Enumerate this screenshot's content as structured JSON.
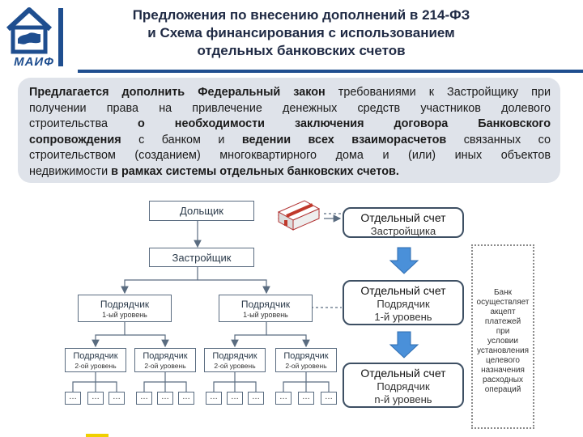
{
  "logo": {
    "text": "МАИФ",
    "icon": "house-map-icon",
    "brand_color": "#1f4e8f"
  },
  "title": {
    "lines": [
      "Предложения по внесению дополнений в 214-ФЗ",
      "и Схема финансирования с использованием",
      "отдельных банковских счетов"
    ]
  },
  "proposal": {
    "l1_bold": "Предлагается дополнить Федеральный закон",
    "l1_rest": "требованиями к Застройщику при",
    "l2": "получении права на привлечение денежных средств участников долевого",
    "l3_a": "строительства",
    "l3_bold": "о необходимости заключения договора Банковского",
    "l4_bold_a": "сопровождения",
    "l4_mid": "с банком и",
    "l4_bold_b": "ведении всех взаиморасчетов",
    "l4_rest": "связанных со",
    "l5": "строительством (созданием) многоквартирного дома и (или) иных объектов",
    "l6_a": "недвижимости",
    "l6_bold": "в рамках системы отдельных банковских счетов",
    "l6_end": "."
  },
  "diagram": {
    "dolshik": "Дольщик",
    "money_icon": "money-stack-icon",
    "zastroyshik": "Застройщик",
    "contractor": "Подрядчик",
    "level1": "1-ый уровень",
    "level2": "2-ой уровень",
    "leaf": "…",
    "accounts": [
      {
        "title": "Отдельный счет",
        "line1": "Застройщика",
        "line2": ""
      },
      {
        "title": "Отдельный счет",
        "line1": "Подрядчик",
        "line2": "1-й уровень"
      },
      {
        "title": "Отдельный счет",
        "line1": "Подрядчик",
        "line2": "n-й уровень"
      }
    ],
    "side_note": "Банк\nосуществляет\nакцепт\nплатежей\nпри\nусловии\nустановления\nцелевого\nназначения\nрасходных\nопераций",
    "colors": {
      "arrow": "#4a90d9",
      "line": "#5a6c80"
    }
  }
}
